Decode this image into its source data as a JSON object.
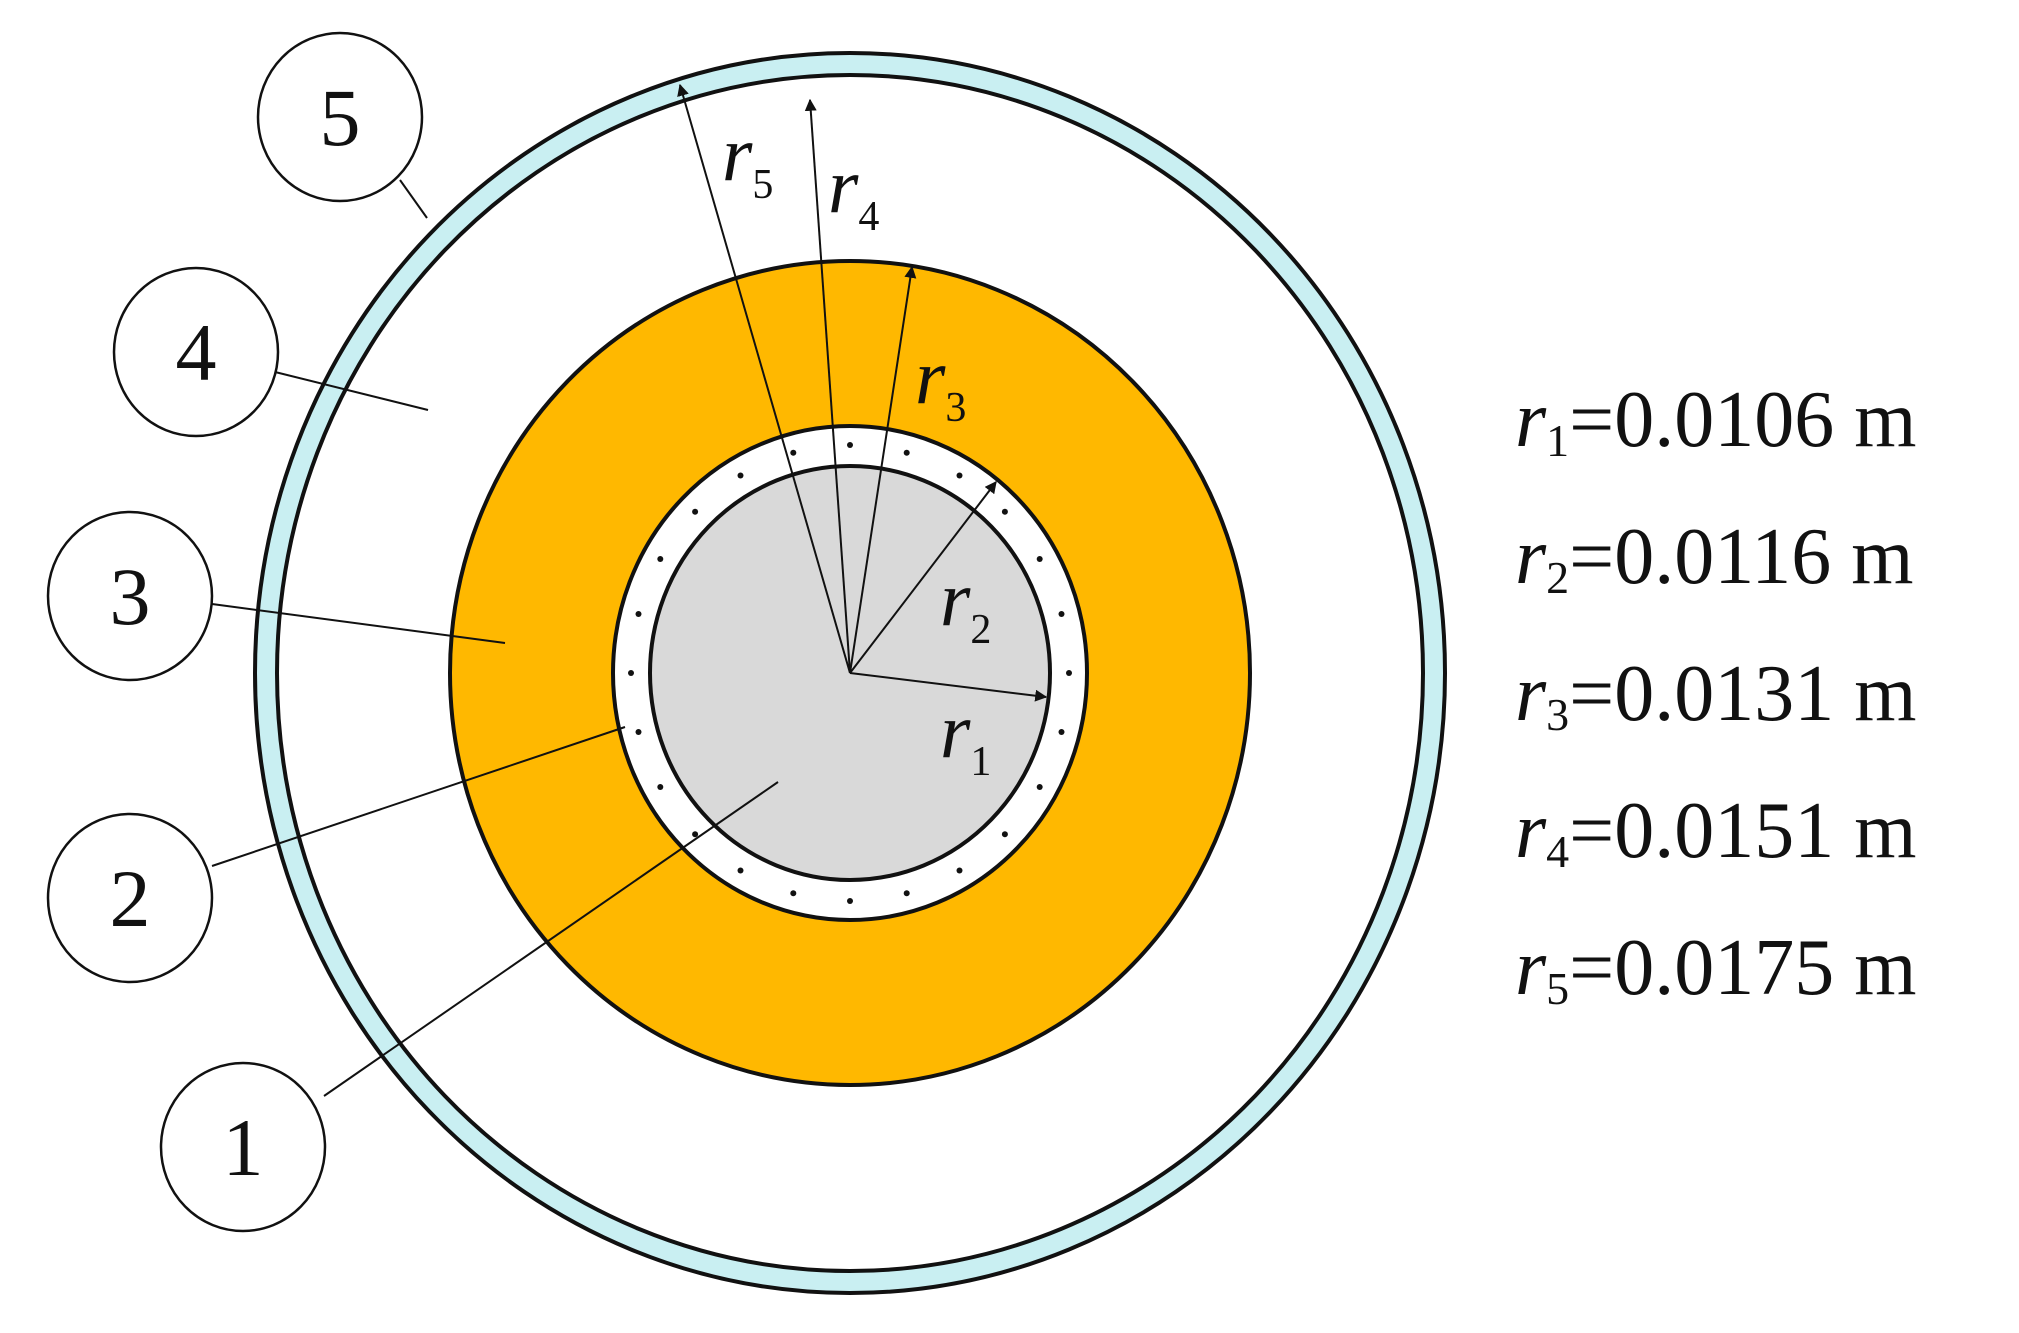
{
  "diagram": {
    "colors": {
      "layer1": "#d9d9d9",
      "layer2": "#ffffff",
      "layer3": "#ffb800",
      "layer4": "#ffffff",
      "layer5": "#c9eff2",
      "stroke": "#111111"
    },
    "callouts": [
      {
        "number": "1"
      },
      {
        "number": "2"
      },
      {
        "number": "3"
      },
      {
        "number": "4"
      },
      {
        "number": "5"
      }
    ],
    "radius_labels": [
      {
        "symbol": "r",
        "index": "1"
      },
      {
        "symbol": "r",
        "index": "2"
      },
      {
        "symbol": "r",
        "index": "3"
      },
      {
        "symbol": "r",
        "index": "4"
      },
      {
        "symbol": "r",
        "index": "5"
      }
    ],
    "legend": [
      {
        "symbol": "r",
        "index": "1",
        "value": "=0.0106 m"
      },
      {
        "symbol": "r",
        "index": "2",
        "value": "=0.0116 m"
      },
      {
        "symbol": "r",
        "index": "3",
        "value": "=0.0131 m"
      },
      {
        "symbol": "r",
        "index": "4",
        "value": "=0.0151 m"
      },
      {
        "symbol": "r",
        "index": "5",
        "value": "=0.0175 m"
      }
    ]
  }
}
